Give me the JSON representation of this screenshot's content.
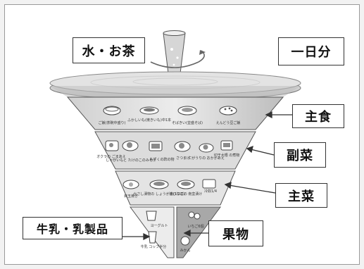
{
  "labels": {
    "water_tea": "水・お茶",
    "one_day": "一日分",
    "staple": "主食",
    "side_dish": "副菜",
    "main_dish": "主菜",
    "milk": "牛乳・乳製品",
    "fruit": "果物"
  },
  "tiers": {
    "staple": [
      "ご飯(茶碗中盛り)",
      "ふかしいも(焼きいも)中1本",
      "そばきい(並盛そば)",
      "えんどう豆ご飯"
    ],
    "side": [
      "オクラの\nごまあえ",
      "じゃがいもと\nたけのこのみそ汁",
      "もずくの酢の物",
      "さつまげ",
      "にがうりの\nおかかあえ",
      "切干大根\nの煮物"
    ],
    "main": [
      "目玉焼き",
      "かさし漬物の\nしょうが焼(1/2皿)",
      "赤びなごの\n南蛮漬け",
      "冷奴1/4"
    ],
    "milk": [
      "ヨーグルト",
      "牛乳\nコップ半分"
    ],
    "fruit": [
      "いちご6個",
      "みかん"
    ]
  },
  "colors": {
    "top_disc": "#c9c9c9",
    "cone_light": "#e6e6e6",
    "cone_dark": "#a9a9a9",
    "stroke": "#333333"
  }
}
